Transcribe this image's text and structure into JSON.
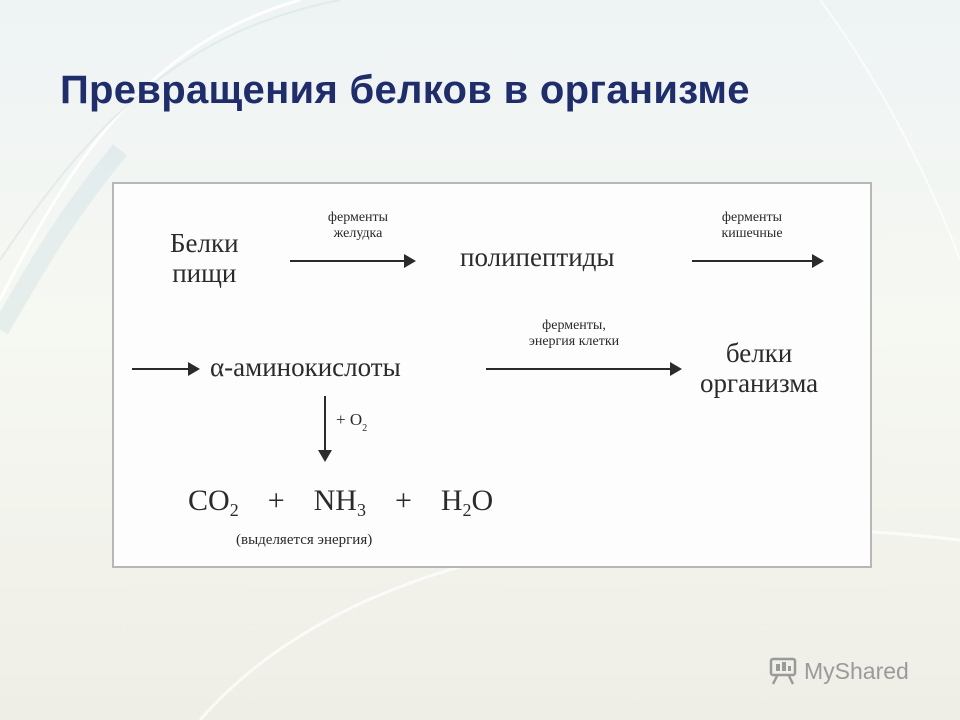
{
  "title": "Превращения белков в организме",
  "diagram": {
    "food_proteins_line1": "Белки",
    "food_proteins_line2": "пищи",
    "arrow1_label_line1": "ферменты",
    "arrow1_label_line2": "желудка",
    "polypeptides": "полипептиды",
    "arrow2_label_line1": "ферменты",
    "arrow2_label_line2": "кишечные",
    "amino_acids": "α-аминокислоты",
    "arrow3_label_line1": "ферменты,",
    "arrow3_label_line2": "энергия клетки",
    "body_proteins_line1": "белки",
    "body_proteins_line2": "организма",
    "oxidation_label": "+ O",
    "oxidation_sub": "2",
    "product_co": "CO",
    "product_co_sub": "2",
    "plus1": "+",
    "product_nh": "NH",
    "product_nh_sub": "3",
    "plus2": "+",
    "product_h": "H",
    "product_h_sub": "2",
    "product_o": "O",
    "energy_note": "(выделяется энергия)"
  },
  "watermark": {
    "text": "MyShared",
    "icon": "presentation-board-icon",
    "color": "#9a9a9a"
  },
  "colors": {
    "title": "#1f2d6b",
    "diagram_text": "#2b2b2b"
  }
}
